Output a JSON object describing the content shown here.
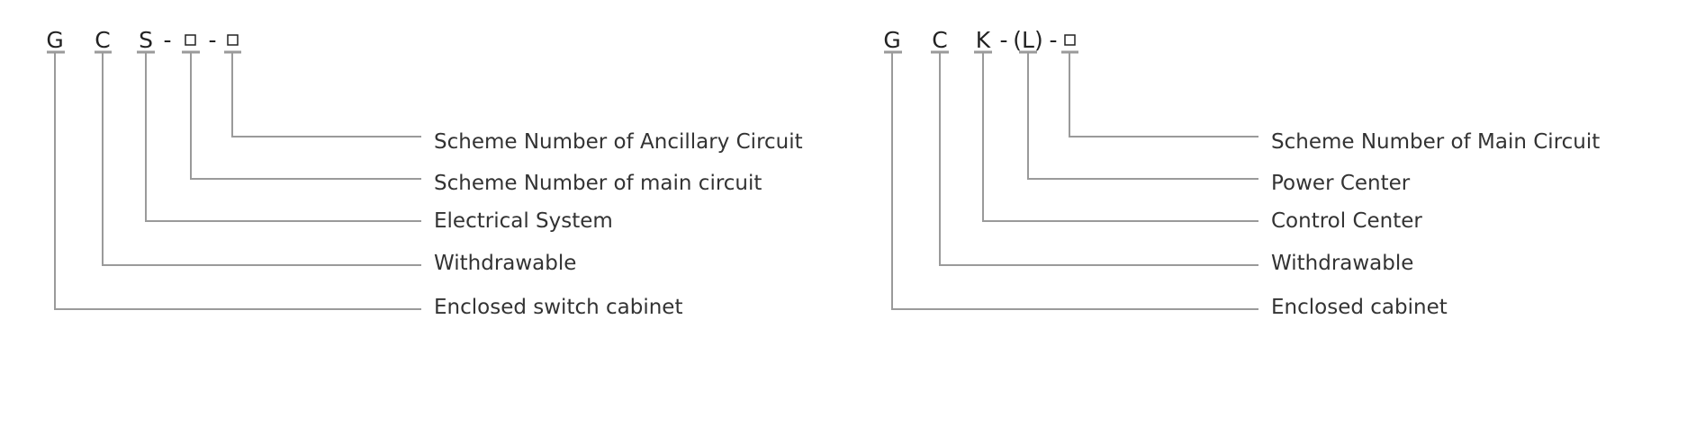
{
  "diagrams": [
    {
      "code": [
        "G",
        "C",
        "S",
        "-",
        "□",
        "-",
        "□"
      ],
      "labels": [
        "Scheme Number of Ancillary Circuit",
        "Scheme Number of main circuit",
        "Electrical System",
        "Withdrawable",
        "Enclosed switch cabinet"
      ]
    },
    {
      "code": [
        "G",
        "C",
        "K",
        "-",
        "(L)",
        "-",
        "□"
      ],
      "labels": [
        "Scheme Number of Main Circuit",
        "Power Center",
        "Control Center",
        "Withdrawable",
        "Enclosed cabinet"
      ]
    }
  ],
  "colors": {
    "text": "#333333",
    "line": "#9a9a9a"
  }
}
